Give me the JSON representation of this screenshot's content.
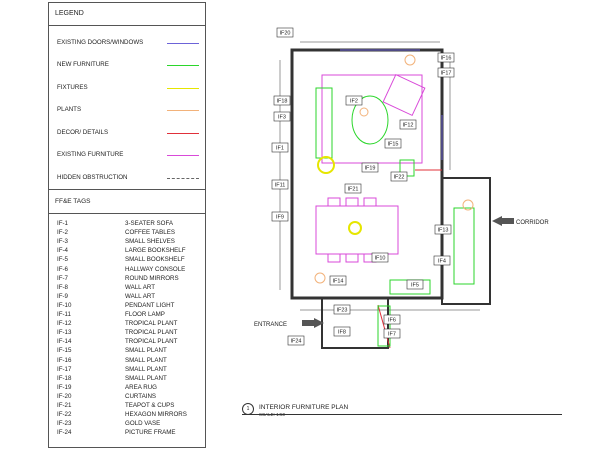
{
  "legend": {
    "title": "LEGEND",
    "items": [
      {
        "label": "EXISTING DOORS/WINDOWS",
        "color": "#6c63d8"
      },
      {
        "label": "NEW FURNITURE",
        "color": "#2bd62b"
      },
      {
        "label": "FIXTURES",
        "color": "#e6e600"
      },
      {
        "label": "PLANTS",
        "color": "#f2b27a"
      },
      {
        "label": "DECOR/ DETAILS",
        "color": "#e0303a"
      },
      {
        "label": "EXISTING FURNITURE",
        "color": "#d94ad9"
      },
      {
        "label": "HIDDEN OBSTRUCTION",
        "color": "#666666"
      }
    ]
  },
  "ffe": {
    "title": "FF&E TAGS",
    "tags": [
      {
        "id": "IF-1",
        "name": "3-SEATER SOFA"
      },
      {
        "id": "IF-2",
        "name": "COFFEE TABLES"
      },
      {
        "id": "IF-3",
        "name": "SMALL SHELVES"
      },
      {
        "id": "IF-4",
        "name": "LARGE BOOKSHELF"
      },
      {
        "id": "IF-5",
        "name": "SMALL BOOKSHELF"
      },
      {
        "id": "IF-6",
        "name": "HALLWAY CONSOLE"
      },
      {
        "id": "IF-7",
        "name": "ROUND MIRRORS"
      },
      {
        "id": "IF-8",
        "name": "WALL ART"
      },
      {
        "id": "IF-9",
        "name": "WALL ART"
      },
      {
        "id": "IF-10",
        "name": "PENDANT LIGHT"
      },
      {
        "id": "IF-11",
        "name": "FLOOR LAMP"
      },
      {
        "id": "IF-12",
        "name": "TROPICAL PLANT"
      },
      {
        "id": "IF-13",
        "name": "TROPICAL PLANT"
      },
      {
        "id": "IF-14",
        "name": "TROPICAL PLANT"
      },
      {
        "id": "IF-15",
        "name": "SMALL PLANT"
      },
      {
        "id": "IF-16",
        "name": "SMALL PLANT"
      },
      {
        "id": "IF-17",
        "name": "SMALL PLANT"
      },
      {
        "id": "IF-18",
        "name": "SMALL PLANT"
      },
      {
        "id": "IF-19",
        "name": "AREA RUG"
      },
      {
        "id": "IF-20",
        "name": "CURTAINS"
      },
      {
        "id": "IF-21",
        "name": "TEAPOT & CUPS"
      },
      {
        "id": "IF-22",
        "name": "HEXAGON MIRRORS"
      },
      {
        "id": "IF-23",
        "name": "GOLD VASE"
      },
      {
        "id": "IF-24",
        "name": "PICTURE FRAME"
      }
    ]
  },
  "plan": {
    "title": "INTERIOR FURNITURE PLAN",
    "scale": "SCALE: 1:50",
    "number": "1",
    "corridor_label": "CORRIDOR",
    "entrance_label": "ENTRANCE",
    "tags": [
      "IF20",
      "IF16",
      "IF17",
      "IF18",
      "IF3",
      "IF2",
      "IF12",
      "IF15",
      "IF1",
      "IF19",
      "IF11",
      "IF22",
      "IF21",
      "IF9",
      "IF13",
      "IF4",
      "IF10",
      "IF14",
      "IF5",
      "IF23",
      "IF6",
      "IF7",
      "IF8",
      "IF24"
    ]
  }
}
